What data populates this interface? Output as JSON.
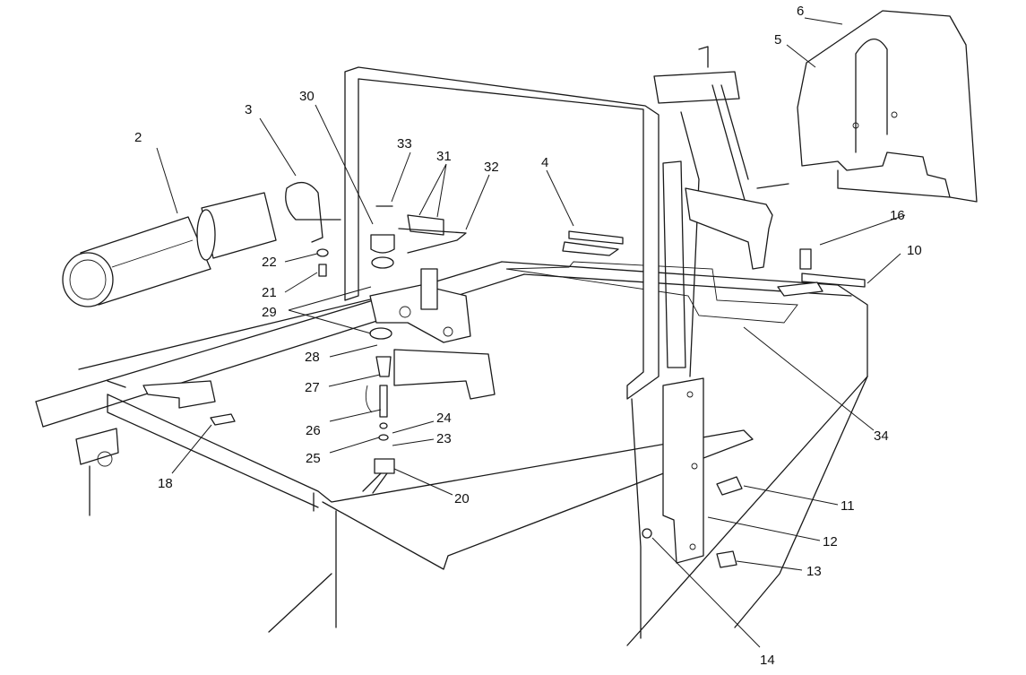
{
  "callouts": [
    {
      "id": "c2",
      "label": "2"
    },
    {
      "id": "c3",
      "label": "3"
    },
    {
      "id": "c30",
      "label": "30"
    },
    {
      "id": "c33",
      "label": "33"
    },
    {
      "id": "c31",
      "label": "31"
    },
    {
      "id": "c32",
      "label": "32"
    },
    {
      "id": "c4",
      "label": "4"
    },
    {
      "id": "c6",
      "label": "6"
    },
    {
      "id": "c5",
      "label": "5"
    },
    {
      "id": "c16",
      "label": "16"
    },
    {
      "id": "c10",
      "label": "10"
    },
    {
      "id": "c22",
      "label": "22"
    },
    {
      "id": "c21",
      "label": "21"
    },
    {
      "id": "c29",
      "label": "29"
    },
    {
      "id": "c28",
      "label": "28"
    },
    {
      "id": "c27",
      "label": "27"
    },
    {
      "id": "c26",
      "label": "26"
    },
    {
      "id": "c24",
      "label": "24"
    },
    {
      "id": "c23",
      "label": "23"
    },
    {
      "id": "c25",
      "label": "25"
    },
    {
      "id": "c20",
      "label": "20"
    },
    {
      "id": "c18",
      "label": "18"
    },
    {
      "id": "c34",
      "label": "34"
    },
    {
      "id": "c11",
      "label": "11"
    },
    {
      "id": "c12",
      "label": "12"
    },
    {
      "id": "c13",
      "label": "13"
    },
    {
      "id": "c14",
      "label": "14"
    }
  ]
}
